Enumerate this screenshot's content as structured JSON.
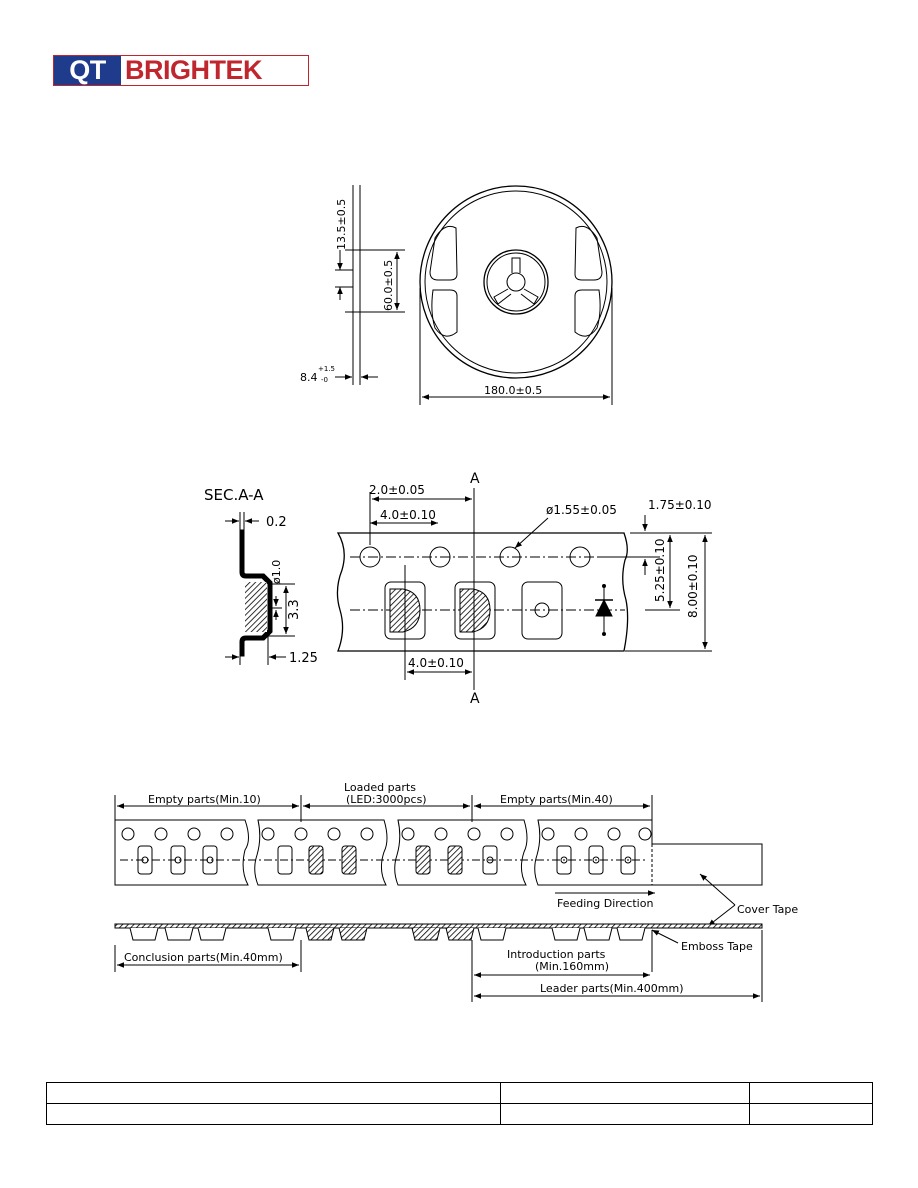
{
  "logo": {
    "part1": "QT",
    "part2": "BRIGHTEK"
  },
  "reel": {
    "dim_hub_width": "13.5±0.5",
    "dim_hub_dia": "60.0±0.5",
    "dim_tape_width": "8.4",
    "dim_tape_tol_plus": "+1.5",
    "dim_tape_tol_minus": "-0",
    "dim_reel_dia": "180.0±0.5"
  },
  "tape": {
    "section_label": "SEC.A-A",
    "marker_a": "A",
    "dim_thickness": "0.2",
    "dim_hole": "ø1.0",
    "dim_depth": "3.3",
    "dim_base": "1.25",
    "dim_hole_pitch_half": "2.0±0.05",
    "dim_hole_pitch": "4.0±0.10",
    "dim_sprocket_dia": "ø1.55±0.05",
    "dim_edge": "1.75±0.10",
    "dim_center": "5.25±0.10",
    "dim_width": "8.00±0.10",
    "dim_pocket_pitch": "4.0±0.10"
  },
  "layout": {
    "empty_parts_left": "Empty parts(Min.10)",
    "loaded_parts": "Loaded parts",
    "loaded_qty": "(LED:3000pcs)",
    "empty_parts_right": "Empty parts(Min.40)",
    "feeding_direction": "Feeding Direction",
    "cover_tape": "Cover Tape",
    "emboss_tape": "Emboss Tape",
    "conclusion_parts": "Conclusion parts(Min.40mm)",
    "introduction_parts": "Introduction parts",
    "introduction_min": "(Min.160mm)",
    "leader_parts": "Leader parts(Min.400mm)"
  },
  "footer": {
    "rows": [
      [
        "",
        "",
        ""
      ],
      [
        "",
        "",
        ""
      ]
    ]
  }
}
